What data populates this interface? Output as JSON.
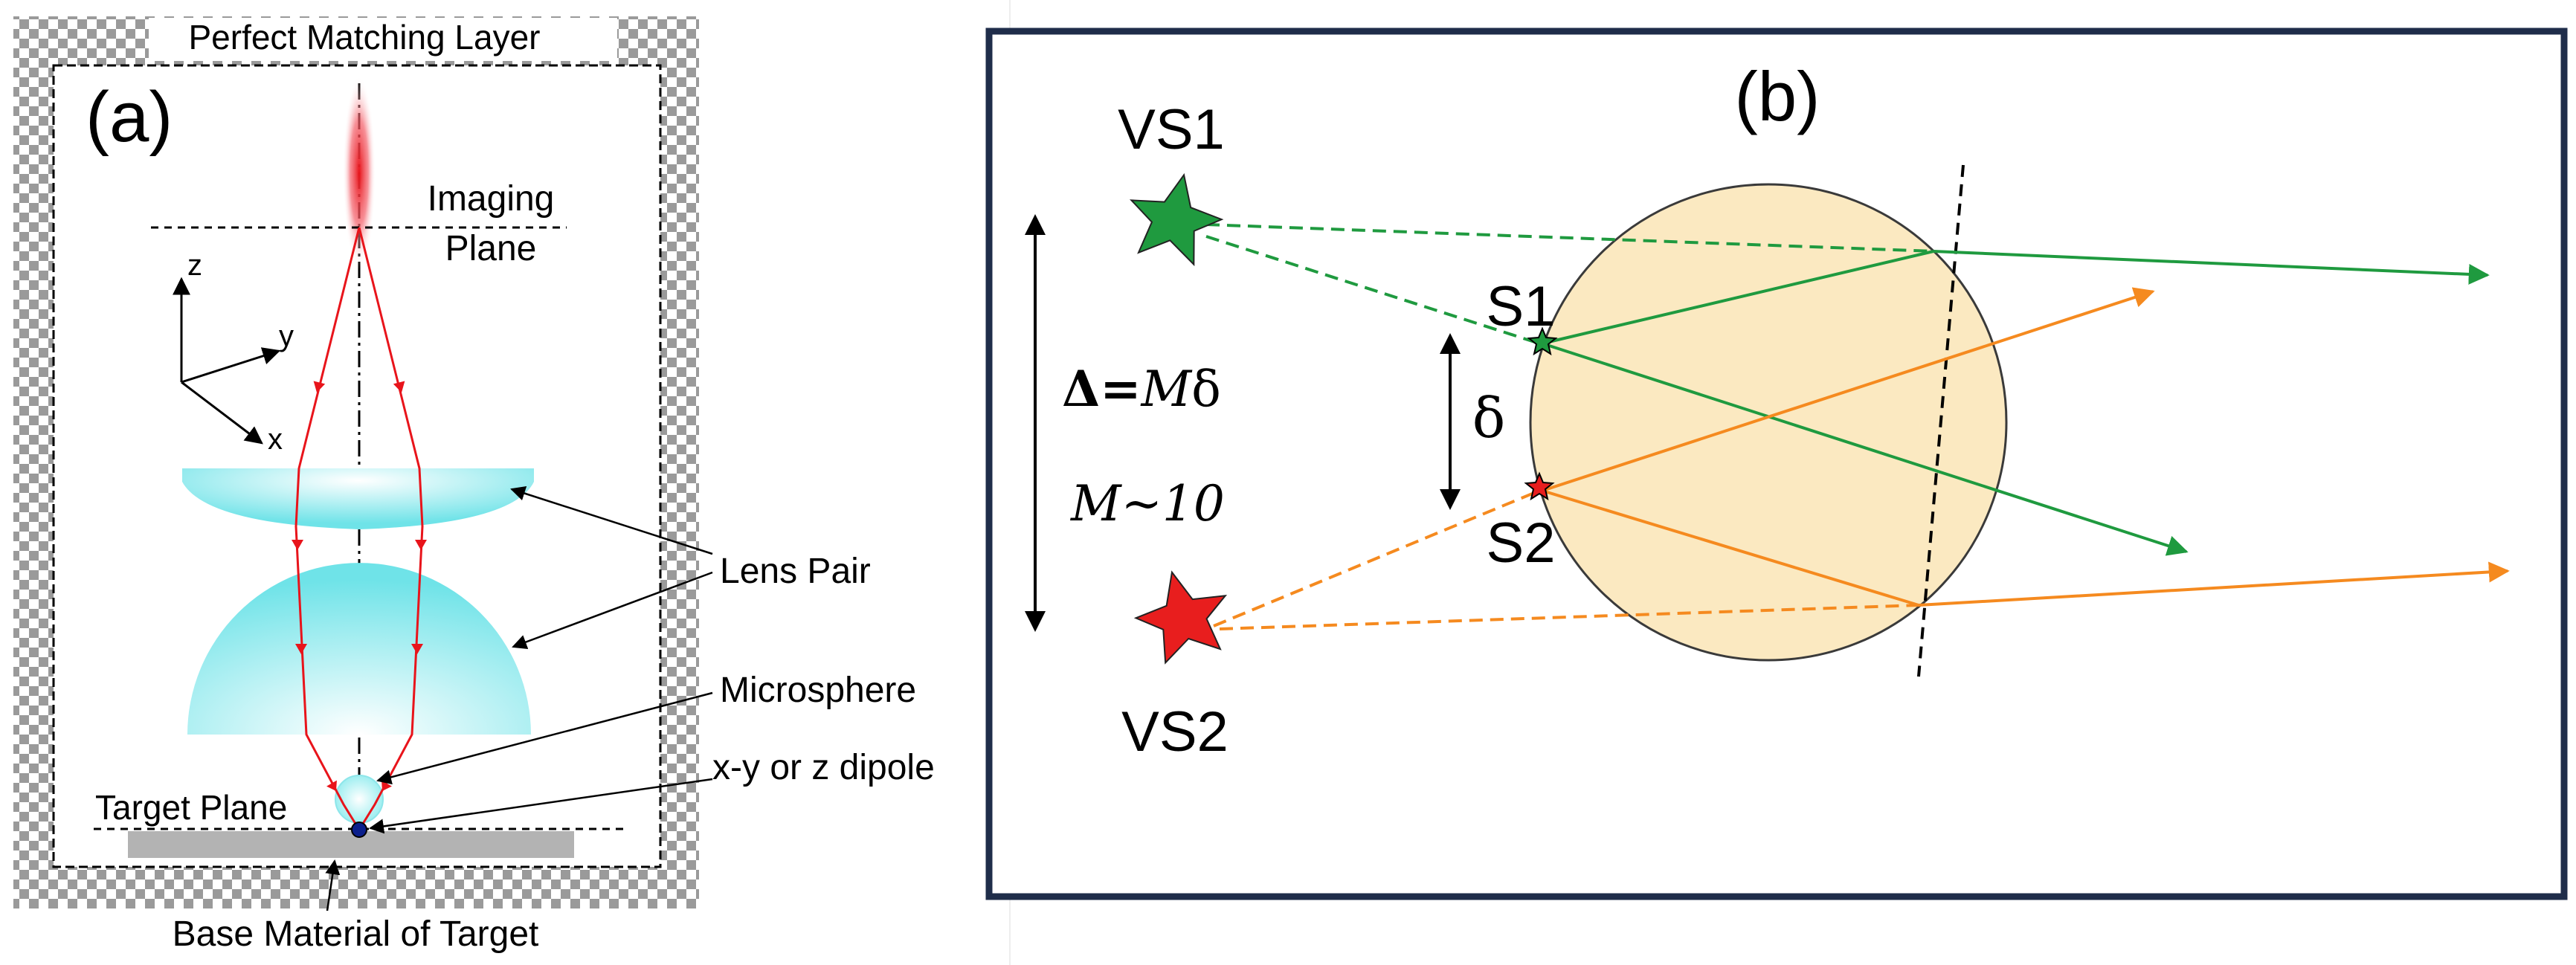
{
  "panel_a": {
    "panel_label": "(a)",
    "title": "Perfect Matching Layer",
    "imaging_plane_line1": "Imaging",
    "imaging_plane_line2": "Plane",
    "axis_z": "z",
    "axis_y": "y",
    "axis_x": "x",
    "lens_pair": "Lens Pair",
    "microsphere": "Microsphere",
    "dipole": "x-y or z dipole",
    "target_plane": "Target Plane",
    "base_material": "Base Material of Target",
    "colors": {
      "ray": "#e8141b",
      "lens": "#7ce8ec",
      "dipole": "#0b1f8c",
      "base": "#b3b3b3"
    }
  },
  "panel_b": {
    "panel_label": "(b)",
    "vs1": "VS1",
    "vs2": "VS2",
    "s1": "S1",
    "s2": "S2",
    "delta_label": "δ",
    "big_delta_prefix": "Δ=",
    "big_delta_m": "M",
    "big_delta_suffix": "δ",
    "magnification": "M~10",
    "colors": {
      "frame": "#1f2d4a",
      "sphere": "#fbe9c1",
      "green": "#1f9a3f",
      "orange": "#f58a1f",
      "vs2": "#e81e1e"
    }
  }
}
